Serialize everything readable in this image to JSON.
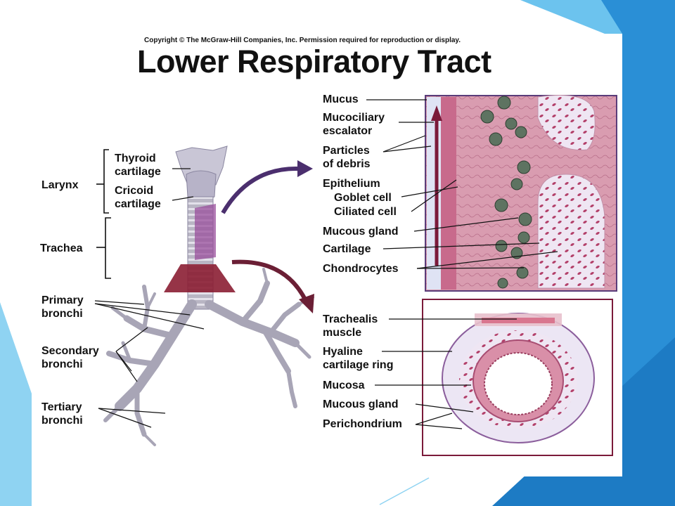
{
  "copyright": "Copyright © The McGraw-Hill Companies, Inc. Permission required for reproduction or display.",
  "title": "Lower Respiratory Tract",
  "left_labels": {
    "larynx": "Larynx",
    "thyroid_1": "Thyroid",
    "thyroid_2": "cartilage",
    "cricoid_1": "Cricoid",
    "cricoid_2": "cartilage",
    "trachea": "Trachea",
    "primary_1": "Primary",
    "primary_2": "bronchi",
    "secondary_1": "Secondary",
    "secondary_2": "bronchi",
    "tertiary_1": "Tertiary",
    "tertiary_2": "bronchi"
  },
  "upper_inset_labels": {
    "mucus": "Mucus",
    "escalator_1": "Mucociliary",
    "escalator_2": "escalator",
    "particles_1": "Particles",
    "particles_2": "of debris",
    "epithelium": "Epithelium",
    "goblet": "Goblet cell",
    "ciliated": "Ciliated cell",
    "mucous_gland": "Mucous gland",
    "cartilage": "Cartilage",
    "chondrocytes": "Chondrocytes"
  },
  "lower_inset_labels": {
    "trachealis_1": "Trachealis",
    "trachealis_2": "muscle",
    "hyaline_1": "Hyaline",
    "hyaline_2": "cartilage ring",
    "mucosa": "Mucosa",
    "mucous_gland": "Mucous gland",
    "perichondrium": "Perichondrium"
  },
  "colors": {
    "slide_accent": "#2a8fd6",
    "slide_light": "#6cc3ee",
    "inset_frame": "#5a3d7a",
    "tissue_pink": "#d98fa8",
    "cartilage_pale": "#ece6f4",
    "arrow_maroon": "#6b1f35",
    "arrow_purple": "#4b2f6e"
  }
}
